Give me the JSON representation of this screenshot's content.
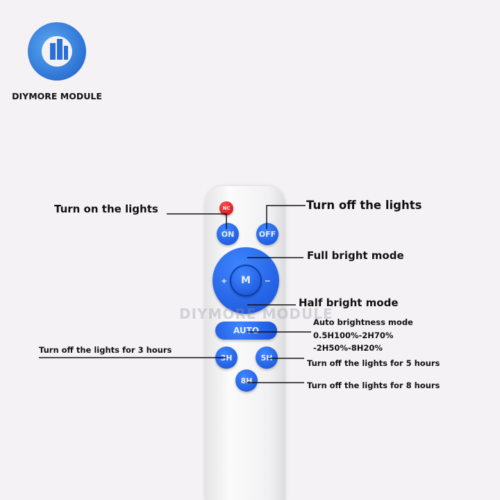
{
  "brand": {
    "name": "DIYMORE MODULE",
    "watermark": "DIYMORE MODULE",
    "logo_color": "#1a5cc8"
  },
  "remote": {
    "buttons": {
      "nc": "NC",
      "on": "ON",
      "off": "OFF",
      "plus": "+",
      "m": "M",
      "minus": "−",
      "auto": "AUTO",
      "h3": "3H",
      "h5": "5H",
      "h8": "8H"
    },
    "button_color": "#1f5fe0",
    "nc_color": "#d8141a"
  },
  "labels": {
    "on": "Turn on the lights",
    "off": "Turn off the lights",
    "full": "Full bright mode",
    "half": "Half bright mode",
    "auto_title": "Auto brightness mode",
    "auto_line1": "0.5H100%-2H70%",
    "auto_line2": "-2H50%-8H20%",
    "h3": "Turn off the lights for 3 hours",
    "h5": "Turn off the lights for 5 hours",
    "h8": "Turn off the lights for 8 hours"
  }
}
